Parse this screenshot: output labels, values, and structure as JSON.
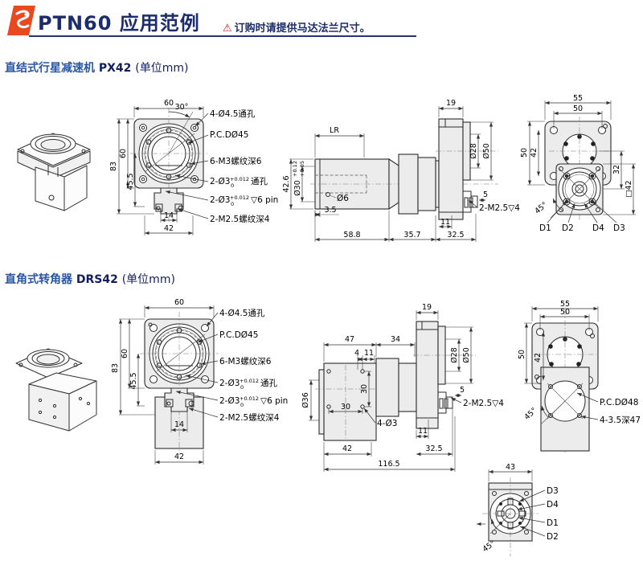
{
  "header": {
    "title": "PTN60 应用范例",
    "warning_icon": "⚠",
    "warning": "订购时请提供马达法兰尺寸。",
    "accent_color": "#1c2d6e",
    "logo_color": "#e8491f"
  },
  "s1": {
    "title": "直结式行星减速机",
    "model": "PX42",
    "unit": "(单位mm)",
    "front": {
      "w60": "60",
      "ang30": "30°",
      "h83": "83",
      "h60": "60",
      "h455": "45.5",
      "w14": "14",
      "w42": "42",
      "l1": "4-Ø4.5通孔",
      "l2": "P.C.DØ45",
      "l3": "6-M3螺纹深6",
      "l4m": "2-Ø3",
      "l4sup": "+0.012",
      "l4sub": "0",
      "l4s": "通孔",
      "l5m": "2-Ø3",
      "l5sup": "+0.012",
      "l5sub": "0",
      "l5s": "▽6 pin",
      "l6": "2-M2.5螺纹深4"
    },
    "side": {
      "h426": "42.6",
      "d30": "Ø30",
      "d30sup": "+0.12",
      "d30sub": "+0.05",
      "lr": "LR",
      "d6": "Ø6",
      "w35": "3.5",
      "w588": "58.8",
      "w357": "35.7",
      "w11": "11",
      "w325": "32.5",
      "w19": "19",
      "d28": "Ø28",
      "d50": "Ø50",
      "w5": "5",
      "m25": "2-M2.5▽4"
    },
    "rear": {
      "w55": "55",
      "w50": "50",
      "h50": "50",
      "h42": "42",
      "h32": "32",
      "sq42": "□42",
      "ang45": "45°",
      "d1": "D1",
      "d2": "D2",
      "d4": "D4",
      "d3": "D3"
    }
  },
  "s2": {
    "title": "直角式转角器",
    "model": "DRS42",
    "unit": "(单位mm)",
    "front": {
      "w60": "60",
      "h83": "83",
      "h60": "60",
      "h455": "45.5",
      "w14": "14",
      "w42": "42",
      "l1": "4-Ø4.5通孔",
      "l2": "P.C.DØ45",
      "l3": "6-M3螺纹深6",
      "l4m": "2-Ø3",
      "l4sup": "+0.012",
      "l4sub": "0",
      "l4s": "通孔",
      "l5m": "2-Ø3",
      "l5sup": "+0.012",
      "l5sub": "0",
      "l5s": "▽6 pin",
      "l6": "2-M2.5螺纹深4"
    },
    "side": {
      "w19": "19",
      "w47": "47",
      "w34": "34",
      "w4": "4",
      "w11": "11",
      "d36": "Ø36",
      "h30": "30",
      "w30": "30",
      "l4d3": "4-Ø3",
      "d28": "Ø28",
      "d50": "Ø50",
      "w5": "5",
      "m25": "2-M2.5▽4",
      "w11b": "11",
      "w42": "42",
      "w325": "32.5",
      "w1165": "116.5"
    },
    "rear": {
      "w55": "55",
      "w50": "50",
      "h50": "50",
      "h42": "42",
      "ang45": "45°",
      "pcd": "P.C.DØ48",
      "holes": "4-3.5深47"
    },
    "bottom": {
      "w43": "43",
      "d3": "D3",
      "d4": "D4",
      "d1": "D1",
      "d2": "D2",
      "ang45": "45°"
    }
  }
}
